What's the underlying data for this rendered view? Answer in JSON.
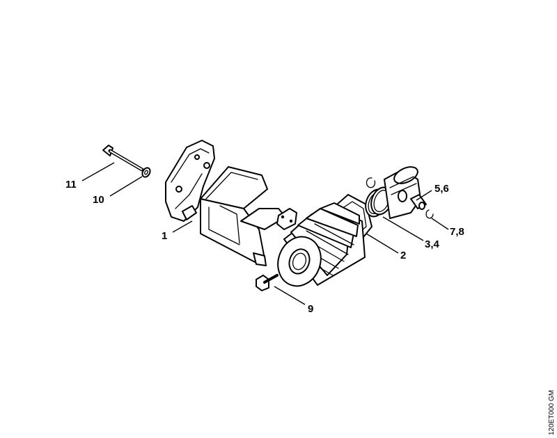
{
  "callouts": {
    "c1": "1",
    "c2": "2",
    "c34": "3,4",
    "c56": "5,6",
    "c78": "7,8",
    "c9": "9",
    "c10": "10",
    "c11": "11"
  },
  "drawing_code": "120ET000 GM"
}
